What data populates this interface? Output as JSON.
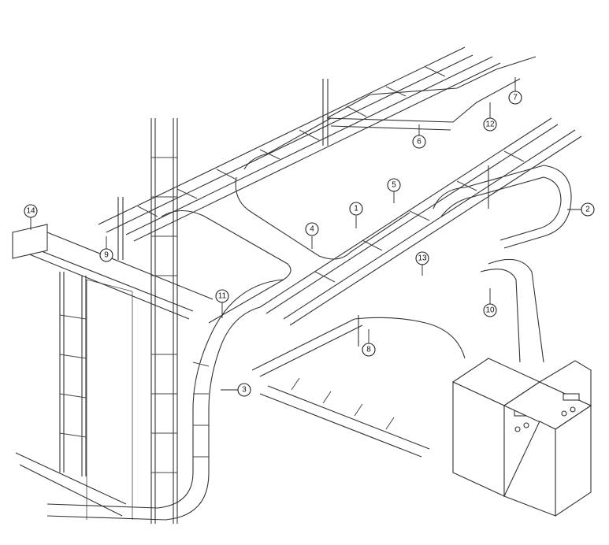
{
  "callouts": [
    {
      "label": "1"
    },
    {
      "label": "2"
    },
    {
      "label": "3"
    },
    {
      "label": "4"
    },
    {
      "label": "5"
    },
    {
      "label": "6"
    },
    {
      "label": "7"
    },
    {
      "label": "8"
    },
    {
      "label": "9"
    },
    {
      "label": "10"
    },
    {
      "label": "11"
    },
    {
      "label": "12"
    },
    {
      "label": "13"
    },
    {
      "label": "14"
    }
  ],
  "colors": {
    "line": "#333333",
    "background": "#ffffff"
  }
}
